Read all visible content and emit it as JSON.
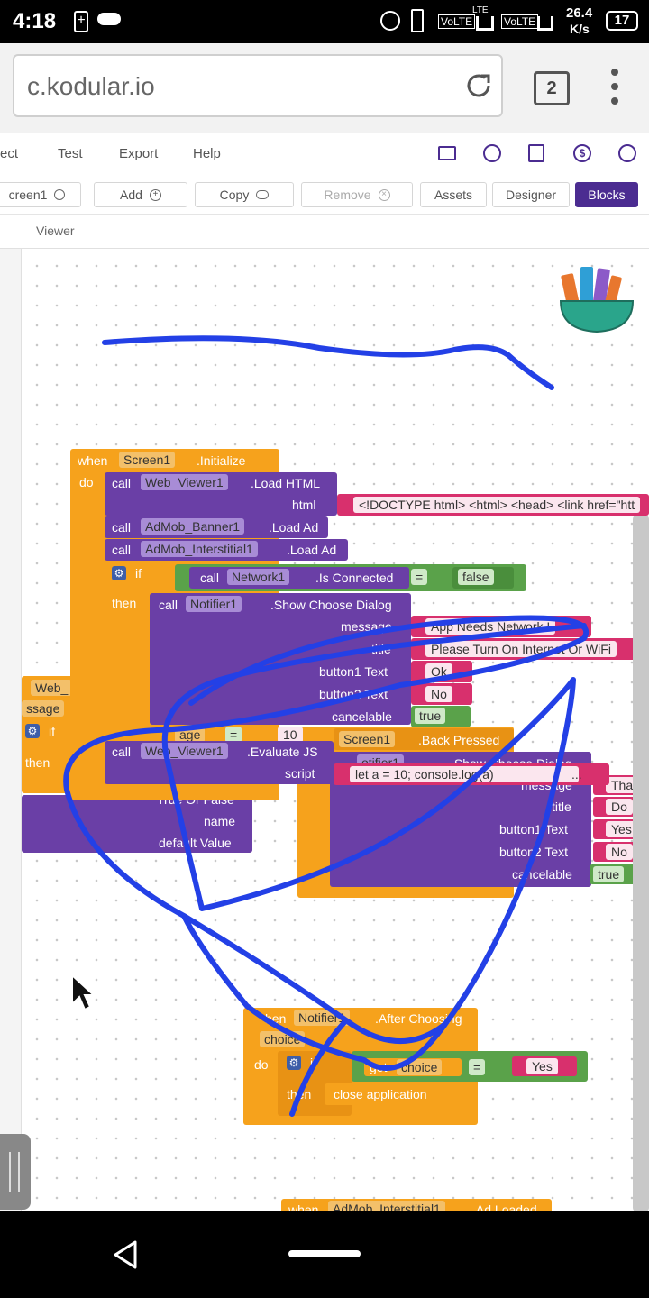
{
  "status_bar": {
    "time": "4:18",
    "network_speed_value": "26.4",
    "network_speed_unit": "K/s",
    "battery": "17",
    "volte1": "VoLTE",
    "volte2": "VoLTE",
    "lte": "LTE"
  },
  "browser": {
    "url": "c.kodular.io",
    "tab_count": "2"
  },
  "menu": {
    "items": [
      "ect",
      "Test",
      "Export",
      "Help"
    ]
  },
  "toolbar": {
    "screen_select": "creen1",
    "add_label": "Add",
    "copy_label": "Copy",
    "remove_label": "Remove",
    "assets_label": "Assets",
    "designer_label": "Designer",
    "blocks_label": "Blocks"
  },
  "viewer_label": "Viewer",
  "blocks": {
    "init": {
      "when": "when",
      "component": "Screen1",
      "event": ".Initialize",
      "do": "do",
      "call": "call",
      "web_viewer": "Web_Viewer1",
      "load_html": ".Load HTML",
      "html_label": "html",
      "html_value": "<!DOCTYPE html> <html> <head> <link href=\"htt",
      "banner": "AdMob_Banner1",
      "load_ad": ".Load Ad",
      "interstitial": "AdMob_Interstitial1",
      "if": "if",
      "network": "Network1",
      "is_connected": ".Is Connected",
      "eq": "=",
      "false": "false",
      "then": "then",
      "notifier": "Notifier1",
      "show_choose": ".Show Choose Dialog",
      "message_label": "message",
      "message_value": "App Needs Network !",
      "title_label": "title",
      "title_value": "Please Turn On Internet Or WiFi",
      "button1_label": "button1 Text",
      "button1_value": "Ok",
      "button2_label": "button2 Text",
      "button2_value": "No",
      "cancelable_label": "cancelable",
      "cancelable_value": "true",
      "evaluate_js": ".Evaluate JS",
      "script_label": "script",
      "script_value": "let a = 10; console.log(a)",
      "ellipsis": "...",
      "age_frag": "age",
      "ten": "10"
    },
    "back": {
      "component": "Screen1",
      "event": ".Back Pressed",
      "notifier_frag": "otifier1",
      "show_frag": ".Show Choose Dialog",
      "message_label": "message",
      "message_value": "Tha",
      "title_label": "title",
      "title_value": "Do",
      "button1_label": "button1 Text",
      "button1_value": "Yes",
      "button2_label": "button2 Text",
      "button2_value": "No",
      "cancelable_label": "cancelable",
      "cancelable_value": "true"
    },
    "left_frag": {
      "web": "Web_",
      "ssage": "ssage",
      "if": "if",
      "then": "then",
      "true_or_false": "True Or False",
      "name": "name",
      "default_value": "default Value"
    },
    "after": {
      "when": "hen",
      "component": "Notifier1",
      "event": ".After Choosing",
      "choice": "choice",
      "if": "if",
      "get": "get",
      "choice_get": "choice",
      "eq": "=",
      "yes": "Yes",
      "then": "then",
      "close": "close application",
      "do": "do"
    },
    "ad_loaded": {
      "when": "when",
      "component": "AdMob_Interstitial1",
      "event": ".Ad Loaded"
    }
  },
  "colors": {
    "event": "#f6a21c",
    "procedure": "#6a3fa6",
    "logic": "#5aa24a",
    "text": "#d8306d",
    "scribble": "#2340e6",
    "blocks_tab": "#4b2c91"
  }
}
